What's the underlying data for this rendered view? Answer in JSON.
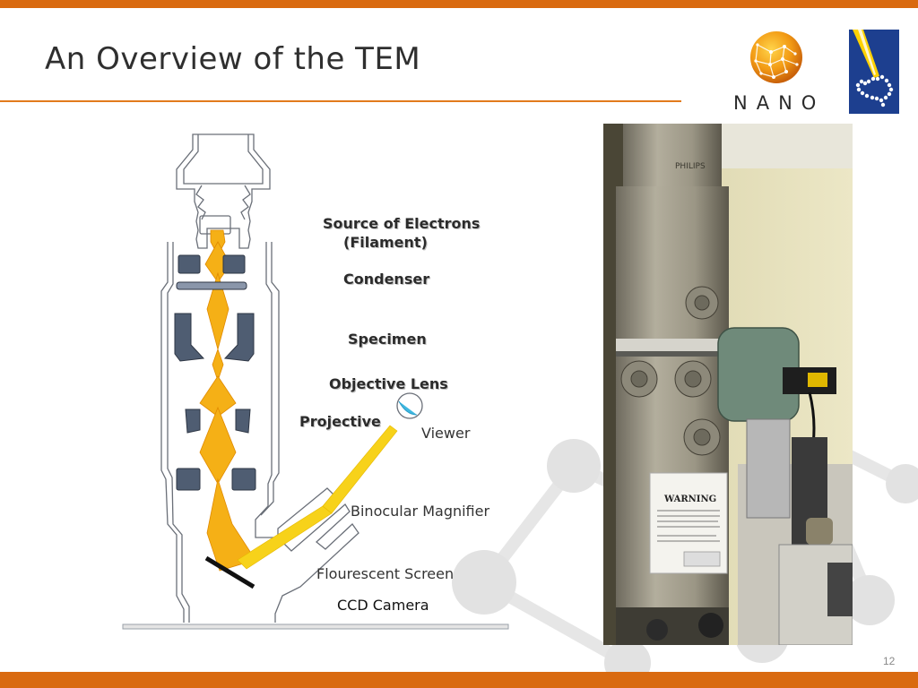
{
  "slide": {
    "title": "An Overview of the TEM",
    "page_number": "12"
  },
  "logos": {
    "nano_text": "NANO"
  },
  "diagram": {
    "labels": {
      "source": "Source of Electrons",
      "filament": "(Filament)",
      "condenser": "Condenser",
      "specimen": "Specimen",
      "objective": "Objective Lens",
      "projective": "Projective",
      "viewer": "Viewer",
      "binocular": "Binocular Magnifier",
      "screen": "Flourescent Screen",
      "ccd": "CCD Camera"
    }
  },
  "photo": {
    "column_brand": "PHILIPS",
    "warning_label": "WARNING"
  },
  "colors": {
    "accent": "#d96a10",
    "beam": "#f5b016",
    "lens": "#4f5d72"
  }
}
